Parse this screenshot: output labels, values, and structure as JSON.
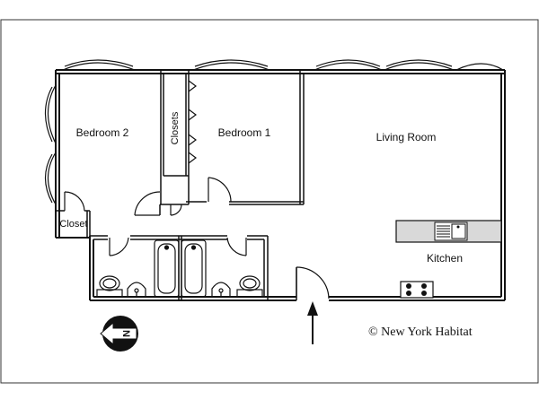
{
  "rooms": {
    "bedroom2": "Bedroom 2",
    "bedroom1": "Bedroom 1",
    "closets": "Closets",
    "closet": "Closet",
    "living_room": "Living Room",
    "kitchen": "Kitchen"
  },
  "compass": {
    "letter": "N"
  },
  "copyright": "© New York Habitat",
  "colors": {
    "wall": "#111111",
    "counter": "#d9d9d9"
  }
}
